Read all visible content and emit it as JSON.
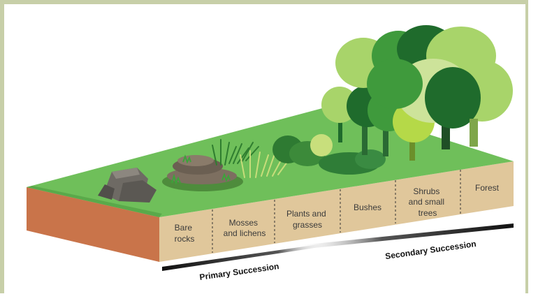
{
  "stages": [
    {
      "line1": "Bare",
      "line2": "rocks",
      "line3": ""
    },
    {
      "line1": "Mosses",
      "line2": "and lichens",
      "line3": ""
    },
    {
      "line1": "Plants and",
      "line2": "grasses",
      "line3": ""
    },
    {
      "line1": "Bushes",
      "line2": "",
      "line3": ""
    },
    {
      "line1": "Shrubs",
      "line2": "and small",
      "line3": "trees"
    },
    {
      "line1": "Forest",
      "line2": "",
      "line3": ""
    }
  ],
  "arrows": {
    "primary_label": "Primary Succession",
    "secondary_label": "Secondary Succession"
  },
  "colors": {
    "frame": "#c7cfa8",
    "grass_top": "#6fbf5a",
    "soil_front": "#e0c79b",
    "soil_side": "#c9744a",
    "rock": "#6e6a64",
    "tree_light": "#a8d46a",
    "tree_mid": "#3f9a3c",
    "tree_dark": "#1f6b2c"
  }
}
